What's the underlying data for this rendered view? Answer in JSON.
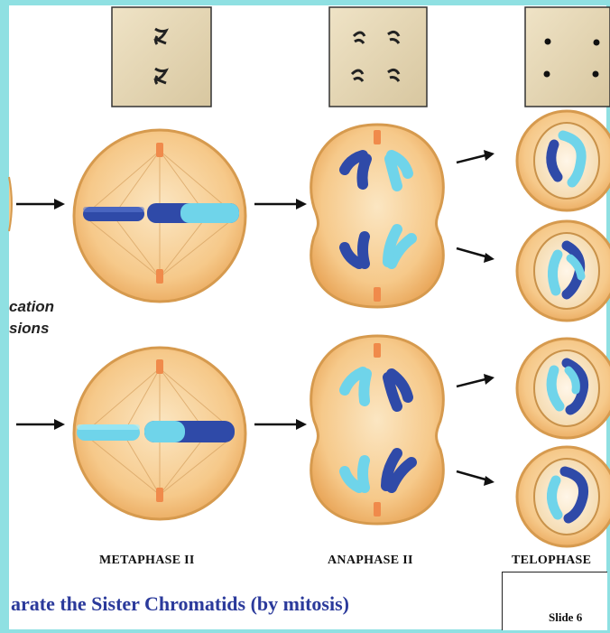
{
  "side_text": {
    "line1": "cation",
    "line2": "sions"
  },
  "phase_labels": {
    "metaphase": "METAPHASE II",
    "anaphase": "ANAPHASE II",
    "telophase": "TELOPHASE"
  },
  "caption": "arate the Sister Chromatids (by mitosis)",
  "slide_label": "Slide 6",
  "colors": {
    "frame": "#8fe0e2",
    "cell_fill": "#f6c98a",
    "cell_edge": "#d69a4e",
    "chrom_dark": "#2f4aa8",
    "chrom_light": "#6fd4ea",
    "caption": "#2b3a9b"
  }
}
